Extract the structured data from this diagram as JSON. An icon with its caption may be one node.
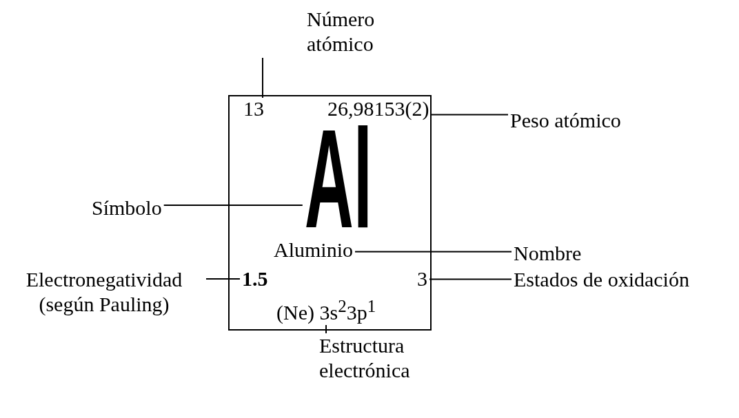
{
  "diagram": {
    "nodes": [
      {
        "text": [],
        "shape": "box"
      },
      {
        "text": [
          "13"
        ],
        "in": 0
      },
      {
        "text": [
          "26,98153(2)"
        ],
        "in": 0
      },
      {
        "text": [
          "Al"
        ],
        "in": 0
      },
      {
        "text": [
          "Aluminio"
        ],
        "in": 0
      },
      {
        "text": [
          "1.5"
        ],
        "in": 0
      },
      {
        "text": [
          "3"
        ],
        "in": 0
      },
      {
        "text": [
          "(Ne) 3s$^{2}$3p$^{1}$"
        ],
        "in": 0
      },
      {
        "text": [
          "Número atómico"
        ]
      },
      {
        "text": [
          "Peso atómico"
        ]
      },
      {
        "text": [
          "Símbolo"
        ]
      },
      {
        "text": [
          "Nombre"
        ]
      },
      {
        "text": [
          "Electronegatividad (según Pauling)"
        ]
      },
      {
        "text": [
          "Estados de oxidación"
        ]
      },
      {
        "text": [
          "Estructura electrónica"
        ]
      }
    ],
    "edges": [
      {
        "from": 8,
        "to": 1,
        "arrow": "none"
      },
      {
        "from": 9,
        "to": 2,
        "arrow": "none"
      },
      {
        "from": 10,
        "to": 3,
        "arrow": "none"
      },
      {
        "from": 11,
        "to": 4,
        "arrow": "none"
      },
      {
        "from": 12,
        "to": 5,
        "arrow": "none"
      },
      {
        "from": 13,
        "to": 6,
        "arrow": "none"
      },
      {
        "from": 14,
        "to": 7,
        "arrow": "none"
      }
    ]
  }
}
